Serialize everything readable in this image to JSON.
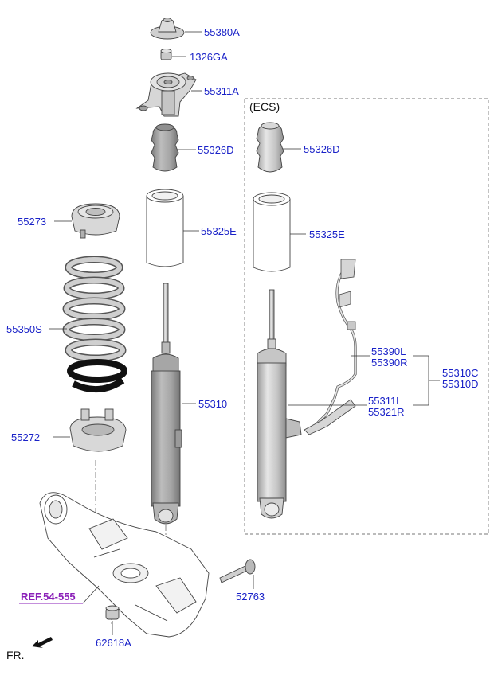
{
  "ecs_label": "(ECS)",
  "front_label": "FR.",
  "ref_label": "REF.54-555",
  "parts": {
    "p55380A": "55380A",
    "p1326GA": "1326GA",
    "p55311A": "55311A",
    "p55326D": "55326D",
    "p55325E": "55325E",
    "p55273": "55273",
    "p55350S": "55350S",
    "p55310": "55310",
    "p55272": "55272",
    "p52763": "52763",
    "p62618A": "62618A",
    "ecs_55326D": "55326D",
    "ecs_55325E": "55325E",
    "p55390L": "55390L",
    "p55390R": "55390R",
    "p55311L": "55311L",
    "p55321R": "55321R",
    "p55310C": "55310C",
    "p55310D": "55310D"
  },
  "colors": {
    "label": "#1a22c8",
    "ref": "#8a1fb8",
    "part_fill": "#d9d9d9",
    "part_dark": "#a9a9a9"
  }
}
